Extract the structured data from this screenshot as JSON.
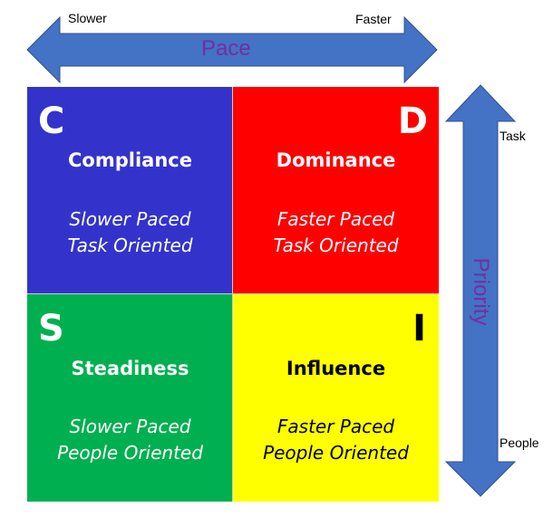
{
  "pace": {
    "label": "Pace",
    "left_label": "Slower",
    "right_label": "Faster"
  },
  "priority": {
    "label": "Priority",
    "top_label": "Task",
    "bottom_label": "People"
  },
  "quadrants": {
    "c": {
      "letter": "C",
      "title": "Compliance",
      "line1": "Slower Paced",
      "line2": "Task Oriented",
      "color": "#3333cc"
    },
    "d": {
      "letter": "D",
      "title": "Dominance",
      "line1": "Faster Paced",
      "line2": "Task Oriented",
      "color": "#ff0000"
    },
    "s": {
      "letter": "S",
      "title": "Steadiness",
      "line1": "Slower Paced",
      "line2": "People Oriented",
      "color": "#00b050"
    },
    "i": {
      "letter": "I",
      "title": "Influence",
      "line1": "Faster Paced",
      "line2": "People Oriented",
      "color": "#ffff00"
    }
  },
  "arrow_color": "#4472c4"
}
